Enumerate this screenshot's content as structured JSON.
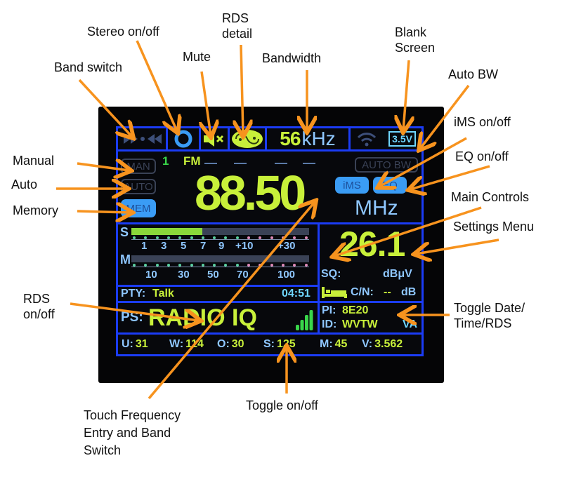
{
  "callouts": {
    "band_switch": "Band switch",
    "stereo": "Stereo on/off",
    "mute": "Mute",
    "rds_detail": "RDS\ndetail",
    "bandwidth": "Bandwidth",
    "blank_screen": "Blank\nScreen",
    "auto_bw": "Auto BW",
    "ims": "iMS on/off",
    "eq": "EQ on/off",
    "main_controls": "Main Controls",
    "settings_menu": "Settings Menu",
    "manual": "Manual",
    "auto": "Auto",
    "memory": "Memory",
    "rds_onoff": "RDS\non/off",
    "toggle_date": "Toggle Date/\nTime/RDS",
    "touch_freq": "Touch Frequency\nEntry and Band\nSwitch",
    "toggle_onoff": "Toggle on/off"
  },
  "top_bar": {
    "bandwidth_value": "56",
    "bandwidth_unit": "kHz",
    "battery_voltage": "3.5",
    "battery_unit": "V",
    "icons": [
      "band-switch-icon",
      "stereo-icon",
      "mute-icon",
      "rds-icon",
      "wifi-icon",
      "battery-icon"
    ]
  },
  "tuning": {
    "manual_label": "MAN",
    "auto_label": "AUTO",
    "memory_label": "MEM",
    "memory_number": "1",
    "band": "FM",
    "frequency": "88.50",
    "unit": "MHz",
    "auto_bw_label": "AUTO BW",
    "ims_label": "iMS",
    "eq_label": "EQ"
  },
  "meters": {
    "s_label": "S",
    "m_label": "M",
    "s_scale": [
      "1",
      "3",
      "5",
      "7",
      "9",
      "+10",
      "+30"
    ],
    "m_scale": [
      "10",
      "30",
      "50",
      "70",
      "100"
    ],
    "s_level": 0.4,
    "m_level": 0.0
  },
  "signal": {
    "value": "26.1",
    "sq_label": "SQ:",
    "unit": "dBμV",
    "cn_label": "C/N:",
    "cn_value": "--",
    "cn_unit": "dB"
  },
  "rds": {
    "pty_label": "PTY:",
    "pty_value": "Talk",
    "time": "04:51",
    "ps_label": "PS:",
    "ps_value": "RADIO IQ",
    "pi_label": "PI:",
    "pi_value": "8E20",
    "id_label": "ID:",
    "id_value": "WVTW",
    "state": "VA",
    "signal_bars": 4
  },
  "status_bar": [
    {
      "label": "U:",
      "value": "31"
    },
    {
      "label": "W:",
      "value": "114"
    },
    {
      "label": "O:",
      "value": "30"
    },
    {
      "label": "S:",
      "value": "125"
    },
    {
      "label": "M:",
      "value": "45"
    },
    {
      "label": "V:",
      "value": "3.562"
    }
  ],
  "colors": {
    "frame": "#1b3cf5",
    "value": "#c8f03a",
    "label": "#8fc7ff",
    "button": "#3a9cf5",
    "arrow": "#f7931e"
  }
}
